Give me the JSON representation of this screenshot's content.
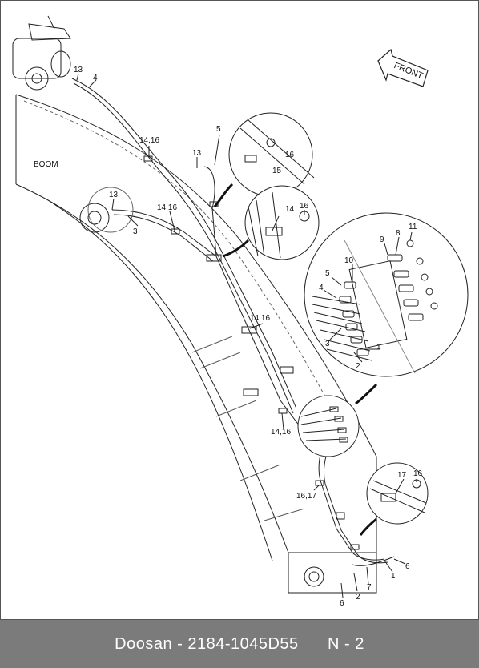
{
  "direction_label": "FRONT",
  "part_label": "BOOM",
  "callouts": {
    "c13a": "13",
    "c4a": "4",
    "c1416a": "14,16",
    "c13b": "13",
    "c5": "5",
    "c16a": "16",
    "c15": "15",
    "c13c": "13",
    "c1416b": "14,16",
    "c3": "3",
    "c14": "14",
    "c16b": "16",
    "c11": "11",
    "c8": "8",
    "c9": "9",
    "c10": "10",
    "c5b": "5",
    "c4b": "4",
    "c3b": "3",
    "c1": "1",
    "c2": "2",
    "c1416c": "14,16",
    "c1416d": "14,16",
    "c1617": "16,17",
    "c17": "17",
    "c16c": "16",
    "c6": "6",
    "c1b": "1",
    "c7": "7",
    "c2b": "2",
    "c6b": "6"
  },
  "footer": {
    "brand": "Doosan",
    "separator": " - ",
    "part_number": "2184-1045D55",
    "page_ref": "N - 2"
  }
}
